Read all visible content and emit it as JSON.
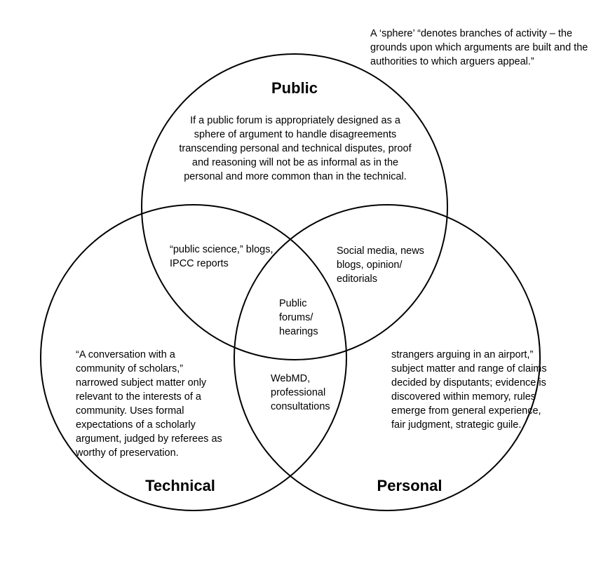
{
  "definition_note": "A ‘sphere’ “denotes branches of activity – the grounds upon which arguments are built and the authorities to which arguers appeal.”",
  "public": {
    "title": "Public",
    "description": "If a public forum is appropriately designed as a sphere of argument to handle disagreements transcending personal and technical disputes, proof and reasoning will not be as informal as in the personal and more common than in the technical."
  },
  "technical": {
    "title": "Technical",
    "description": "“A conversation with a community of scholars,” narrowed subject matter only relevant to the interests of a community. Uses formal expectations of a scholarly argument, judged by referees as worthy of preservation."
  },
  "personal": {
    "title": "Personal",
    "description": "strangers arguing in an airport,” subject matter and range of claims decided by disputants; evidence is discovered within memory, rules emerge from general experience, fair judgment, strategic guile."
  },
  "overlaps": {
    "public_technical": "“public science,” blogs, IPCC reports",
    "public_personal": "Social media, news blogs, opinion/ editorials",
    "technical_personal": "WebMD, professional consultations",
    "all_three": "Public forums/ hearings"
  }
}
